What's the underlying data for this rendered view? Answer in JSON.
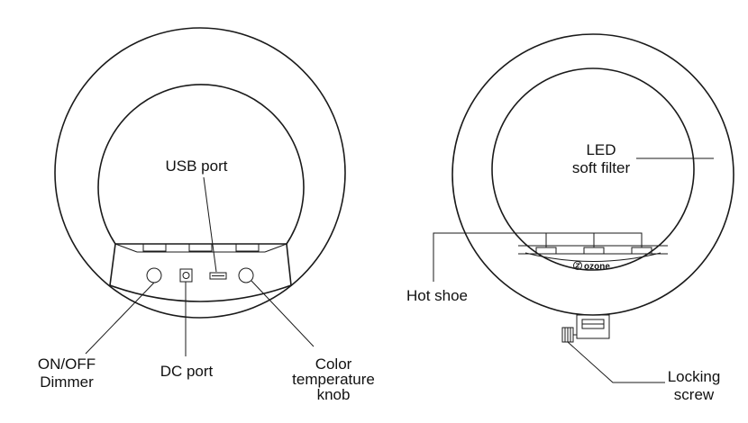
{
  "front_view": {
    "usb_port_label": "USB port",
    "on_off_line1": "ON/OFF",
    "on_off_line2": "Dimmer",
    "dc_port_label": "DC port",
    "color_temp_line1": "Color",
    "color_temp_line2": "temperature",
    "color_temp_line3": "knob"
  },
  "back_view": {
    "led_line1": "LED",
    "led_line2": "soft filter",
    "hot_shoe_label": "Hot shoe",
    "locking_line1": "Locking",
    "locking_line2": "screw",
    "brand_text": "ozone"
  }
}
